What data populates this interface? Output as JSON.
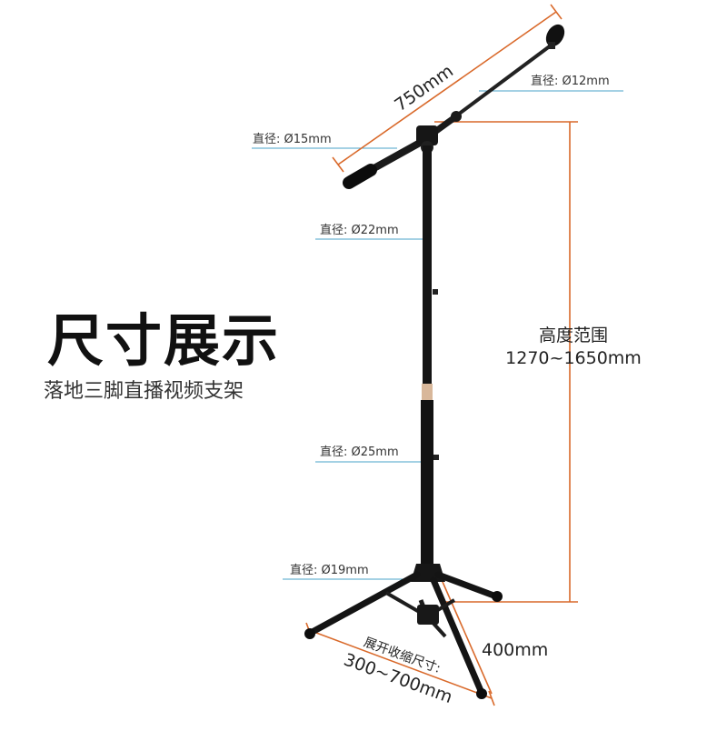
{
  "headline": "尺寸展示",
  "subtitle": "落地三脚直播视频支架",
  "labels": {
    "boom_length": "750mm",
    "diameter_12": "直径: Ø12mm",
    "diameter_15": "直径: Ø15mm",
    "diameter_22": "直径: Ø22mm",
    "diameter_25": "直径: Ø25mm",
    "diameter_19": "直径: Ø19mm",
    "height_title": "高度范围",
    "height_range": "1270~1650mm",
    "leg_length": "400mm",
    "spread_title": "展开收缩尺寸:",
    "spread_range": "300~700mm"
  },
  "colors": {
    "dimension_line": "#d9692a",
    "leader_line": "#4aa3c8",
    "stand": "#111111",
    "collar": "#d8b79a"
  }
}
